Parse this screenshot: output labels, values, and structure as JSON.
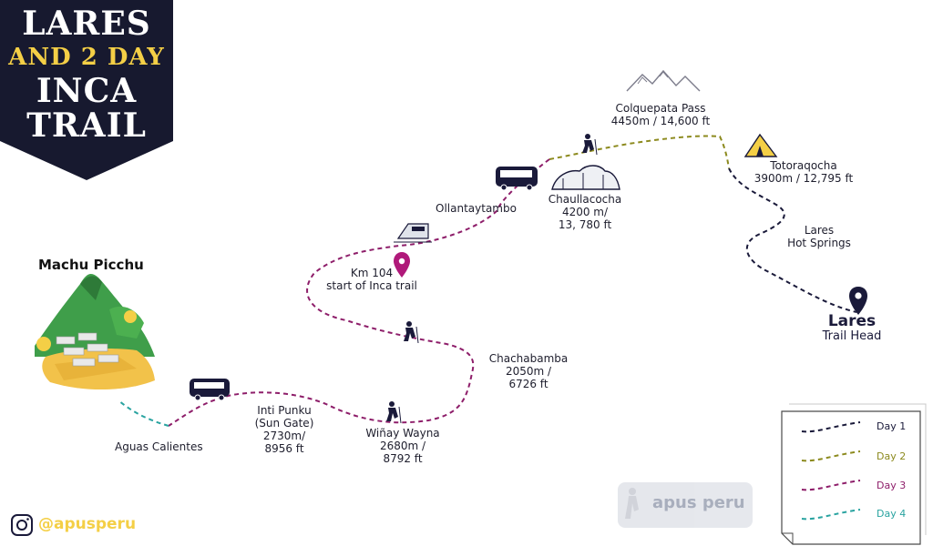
{
  "banner": {
    "line1": "LARES",
    "line2": "AND 2 DAY",
    "line3": "INCA",
    "line4": "TRAIL",
    "color_bg": "#17192f",
    "color_text": "#ffffff",
    "color_accent": "#f4cf46"
  },
  "places": {
    "machu_picchu": "Machu Picchu",
    "aguas_calientes": "Aguas Calientes",
    "inti_punku": {
      "l1": "Inti Punku",
      "l2": "(Sun Gate)",
      "l3": "2730m/",
      "l4": "8956 ft"
    },
    "winay_wayna": {
      "l1": "Wiñay Wayna",
      "l2": "2680m /",
      "l3": "8792 ft"
    },
    "chachabamba": {
      "l1": "Chachabamba",
      "l2": "2050m /",
      "l3": "6726 ft"
    },
    "km104": {
      "l1": "Km 104",
      "l2": "start of Inca trail"
    },
    "ollantaytambo": "Ollantaytambo",
    "chaullacocha": {
      "l1": "Chaullacocha",
      "l2": "4200 m/",
      "l3": "13, 780 ft"
    },
    "colquepata": {
      "l1": "Colquepata Pass",
      "l2": "4450m / 14,600 ft"
    },
    "totoraqocha": {
      "l1": "Totoraqocha",
      "l2": "3900m / 12,795 ft"
    },
    "lares_hot_springs": {
      "l1": "Lares",
      "l2": "Hot Springs"
    },
    "lares_trailhead": {
      "l1": "Lares",
      "l2": "Trail Head"
    }
  },
  "legend": {
    "items": [
      {
        "label": "Day 1",
        "color": "#1a1a3a"
      },
      {
        "label": "Day 2",
        "color": "#8c8a1e"
      },
      {
        "label": "Day 3",
        "color": "#8e1e6a"
      },
      {
        "label": "Day 4",
        "color": "#29a3a0"
      }
    ]
  },
  "social": {
    "handle": "@apusperu",
    "icon": "instagram-icon",
    "color": "#f4cf46"
  },
  "watermark": {
    "text": "apus peru",
    "icon": "hiker-logo-icon"
  },
  "colors": {
    "day1": "#1a1a3a",
    "day2": "#8c8a1e",
    "day3": "#8e1e6a",
    "day4": "#29a3a0",
    "pin_day3": "#b0197a",
    "pin_lares": "#1a1a3a",
    "tent": "#f4cf46"
  }
}
